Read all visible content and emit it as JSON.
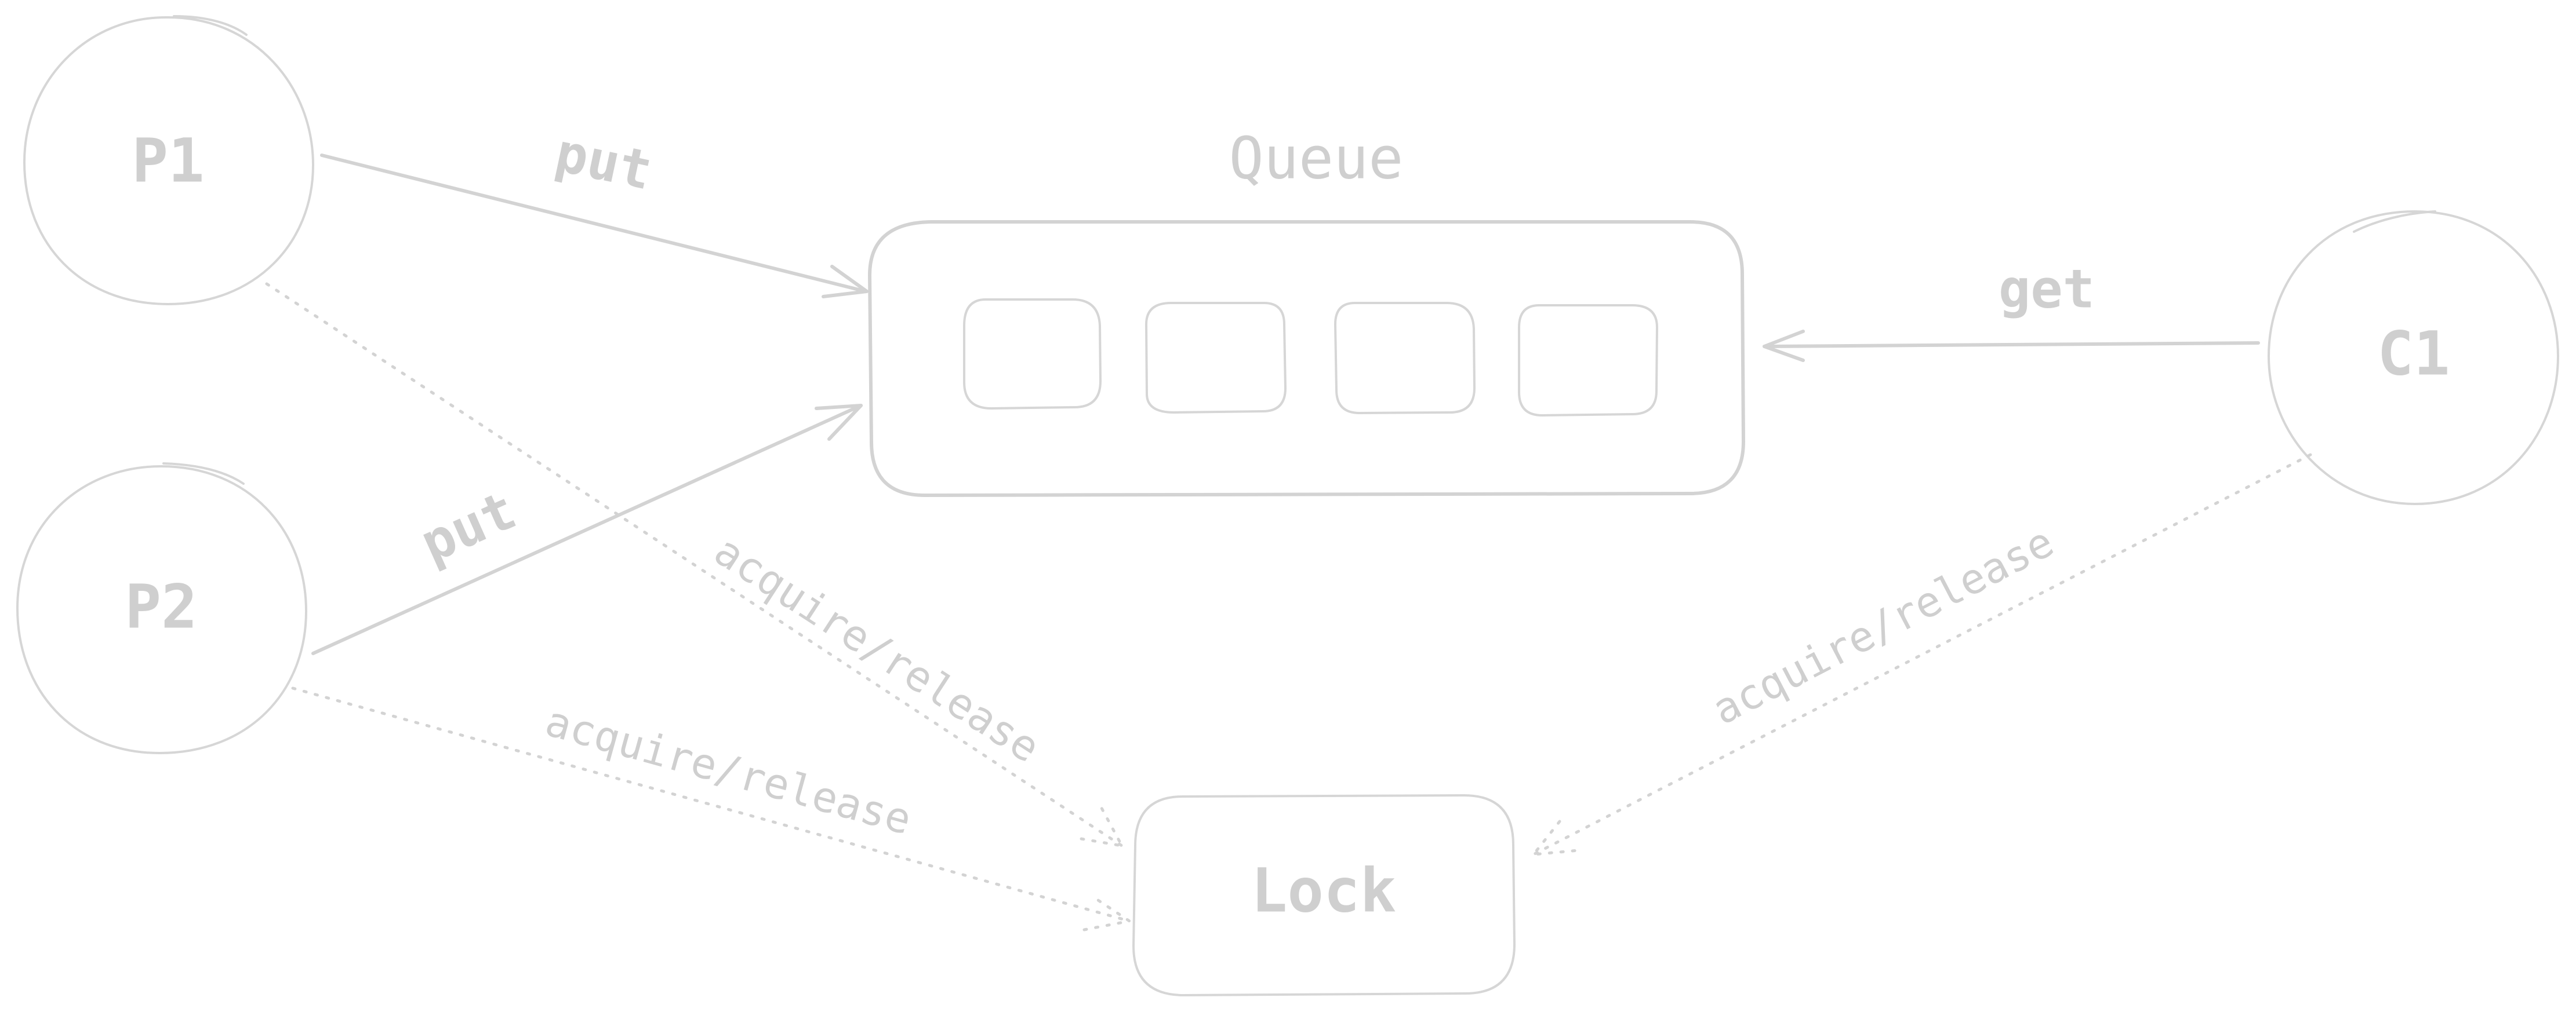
{
  "nodes": {
    "p1": "P1",
    "p2": "P2",
    "c1": "C1",
    "lock": "Lock",
    "queue_title": "Queue"
  },
  "edges": {
    "p1_queue": "put",
    "p2_queue": "put",
    "c1_queue": "get",
    "p1_lock": "acquire/release",
    "p2_lock": "acquire/release",
    "c1_lock": "acquire/release"
  }
}
